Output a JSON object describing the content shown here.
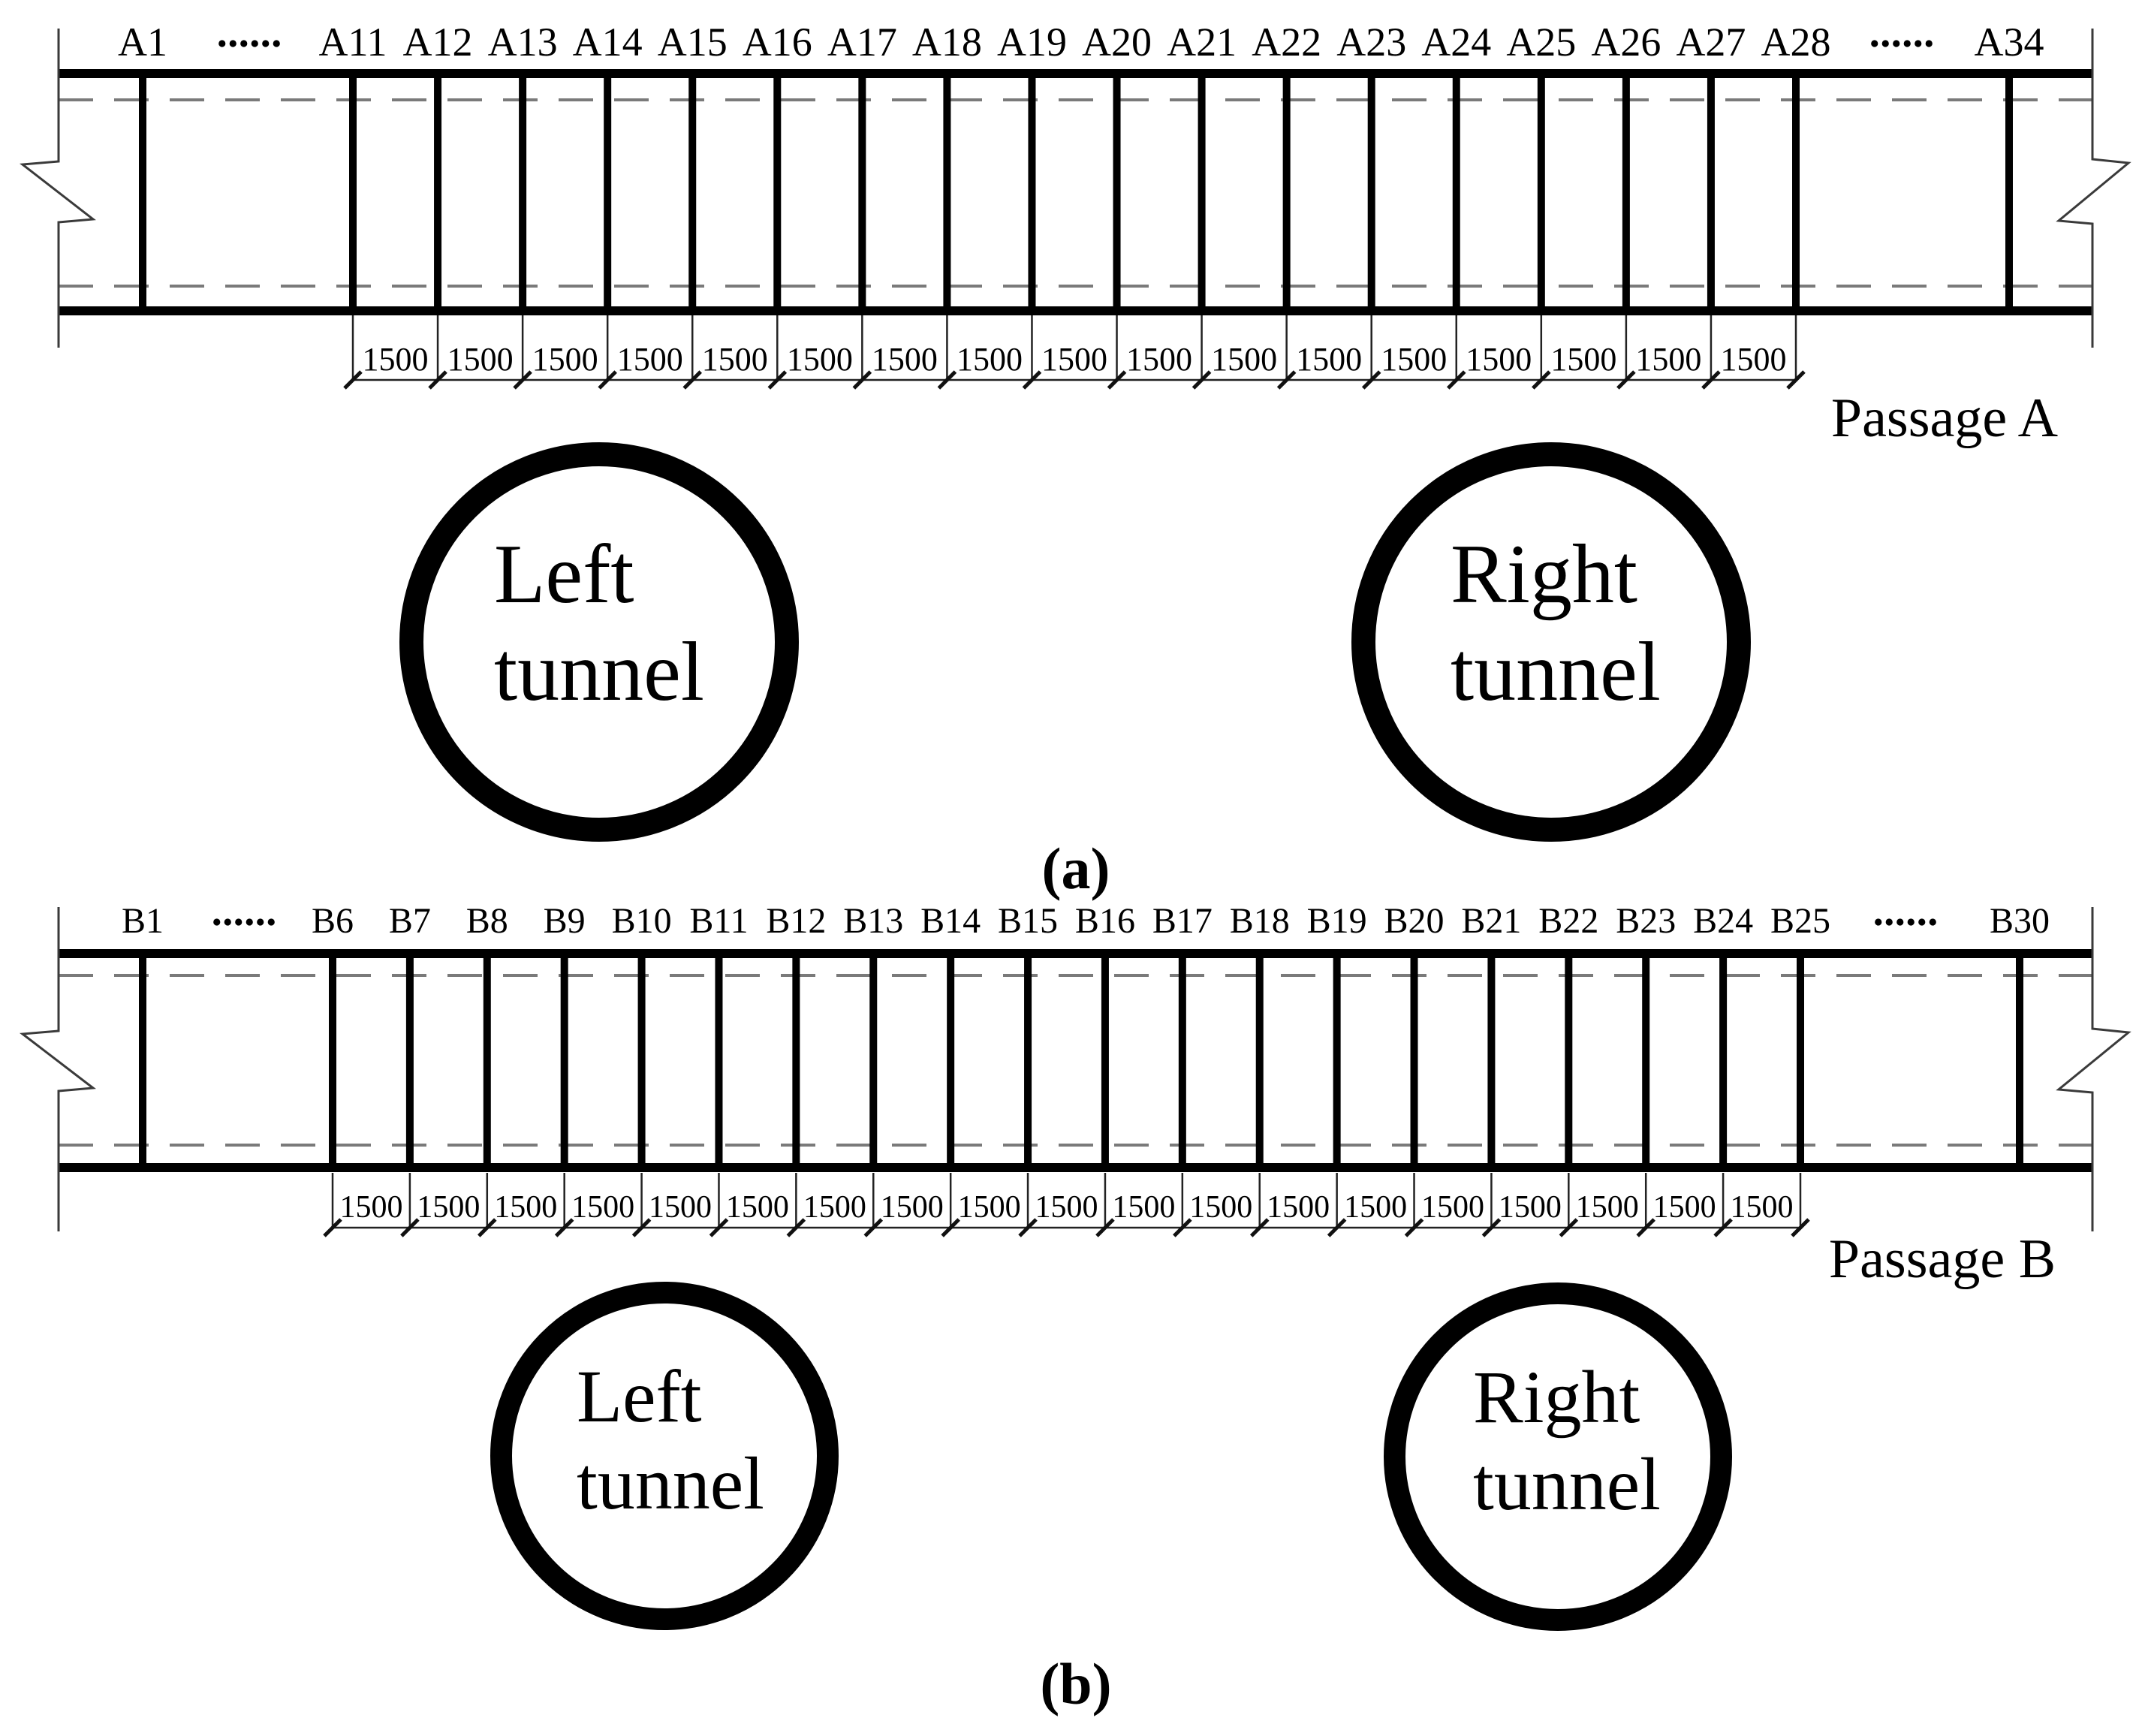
{
  "colors": {
    "ink": "#000000",
    "dash_gray": "#7a7a7a",
    "thin_line": "#3a3a3a"
  },
  "panel_a": {
    "caption": "(a)",
    "passage_label": "Passage A",
    "first_section_label": "A1",
    "ellipsis": "......",
    "mid_section_labels": [
      "A11",
      "A12",
      "A13",
      "A14",
      "A15",
      "A16",
      "A17",
      "A18",
      "A19",
      "A20",
      "A21",
      "A22",
      "A23",
      "A24",
      "A25",
      "A26",
      "A27",
      "A28"
    ],
    "last_section_label": "A34",
    "spacing_label": "1500",
    "spacing_count": 17,
    "left_tunnel": {
      "line1": "Left",
      "line2": "tunnel"
    },
    "right_tunnel": {
      "line1": "Right",
      "line2": "tunnel"
    }
  },
  "panel_b": {
    "caption": "(b)",
    "passage_label": "Passage B",
    "first_section_label": "B1",
    "ellipsis": "......",
    "mid_section_labels": [
      "B6",
      "B7",
      "B8",
      "B9",
      "B10",
      "B11",
      "B12",
      "B13",
      "B14",
      "B15",
      "B16",
      "B17",
      "B18",
      "B19",
      "B20",
      "B21",
      "B22",
      "B23",
      "B24",
      "B25"
    ],
    "last_section_label": "B30",
    "spacing_label": "1500",
    "spacing_count": 19,
    "left_tunnel": {
      "line1": "Left",
      "line2": "tunnel"
    },
    "right_tunnel": {
      "line1": "Right",
      "line2": "tunnel"
    }
  }
}
